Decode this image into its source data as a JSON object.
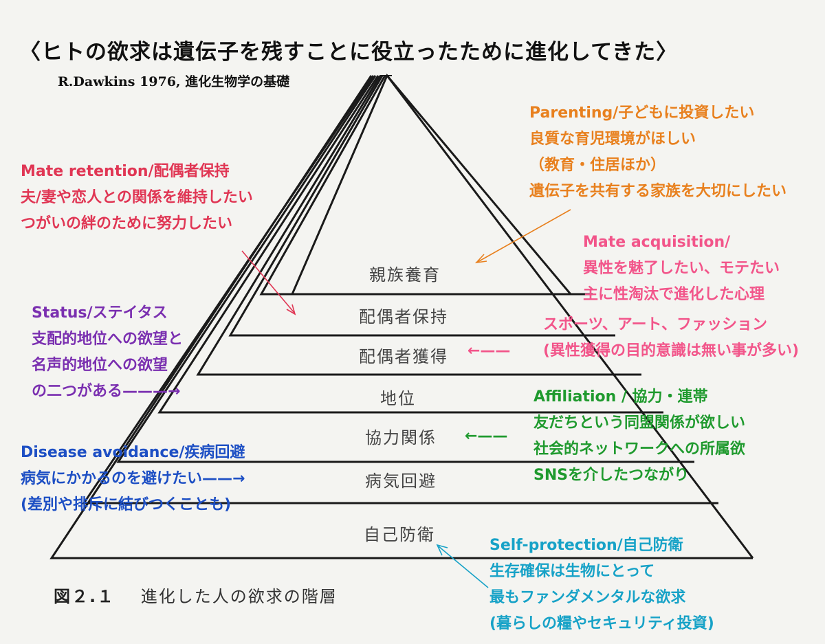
{
  "title": "〈ヒトの欲求は遺伝子を残すことに役立ったために進化してきた〉",
  "subtitle": "R.Dawkins 1976, 進化生物学の基礎",
  "pyramid": {
    "levels": [
      {
        "label": "親族養育"
      },
      {
        "label": "配偶者保持"
      },
      {
        "label": "配偶者獲得"
      },
      {
        "label": "地位"
      },
      {
        "label": "協力関係"
      },
      {
        "label": "病気回避"
      },
      {
        "label": "自己防衛"
      }
    ]
  },
  "figure_caption": {
    "number": "図２.１",
    "text": "進化した人の欲求の階層"
  },
  "annotations": {
    "parenting": {
      "color": "#e8801e",
      "lines": [
        "Parenting/子どもに投資したい",
        "良質な育児環境がほしい",
        "（教育・住居ほか）",
        "遺伝子を共有する家族を大切にしたい"
      ]
    },
    "mate_retention": {
      "color": "#e03654",
      "lines": [
        "Mate retention/配偶者保持",
        "夫/妻や恋人との関係を維持したい",
        "つがいの絆のために努力したい"
      ]
    },
    "mate_acquisition": {
      "color": "#f2558a",
      "lines": [
        "Mate acquisition/",
        "異性を魅了したい、モテたい",
        "主に性淘汰で進化した心理"
      ],
      "extra_lines": [
        "スポーツ、アート、ファッション",
        "(異性獲得の目的意識は無い事が多い)"
      ],
      "arrow": "←——"
    },
    "status": {
      "color": "#7a2fb0",
      "lines": [
        "Status/ステイタス",
        "支配的地位への欲望と",
        "名声的地位への欲望",
        "の二つがある———→"
      ]
    },
    "affiliation": {
      "color": "#1f9a2e",
      "lines": [
        "Affiliation / 協力・連帯",
        "友だちという同盟関係が欲しい",
        "社会的ネットワークへの所属欲",
        "SNSを介したつながり"
      ],
      "arrow": "←——"
    },
    "disease_avoidance": {
      "color": "#1d4fc4",
      "lines": [
        "Disease avoidance/疾病回避",
        "病気にかかるのを避けたい——→",
        "(差別や排斥に結びつくことも)"
      ]
    },
    "self_protection": {
      "color": "#17a2c7",
      "lines": [
        "Self-protection/自己防衛",
        "生存確保は生物にとって",
        "最もファンダメンタルな欲求",
        "(暮らしの糧やセキュリティ投資)"
      ]
    }
  }
}
